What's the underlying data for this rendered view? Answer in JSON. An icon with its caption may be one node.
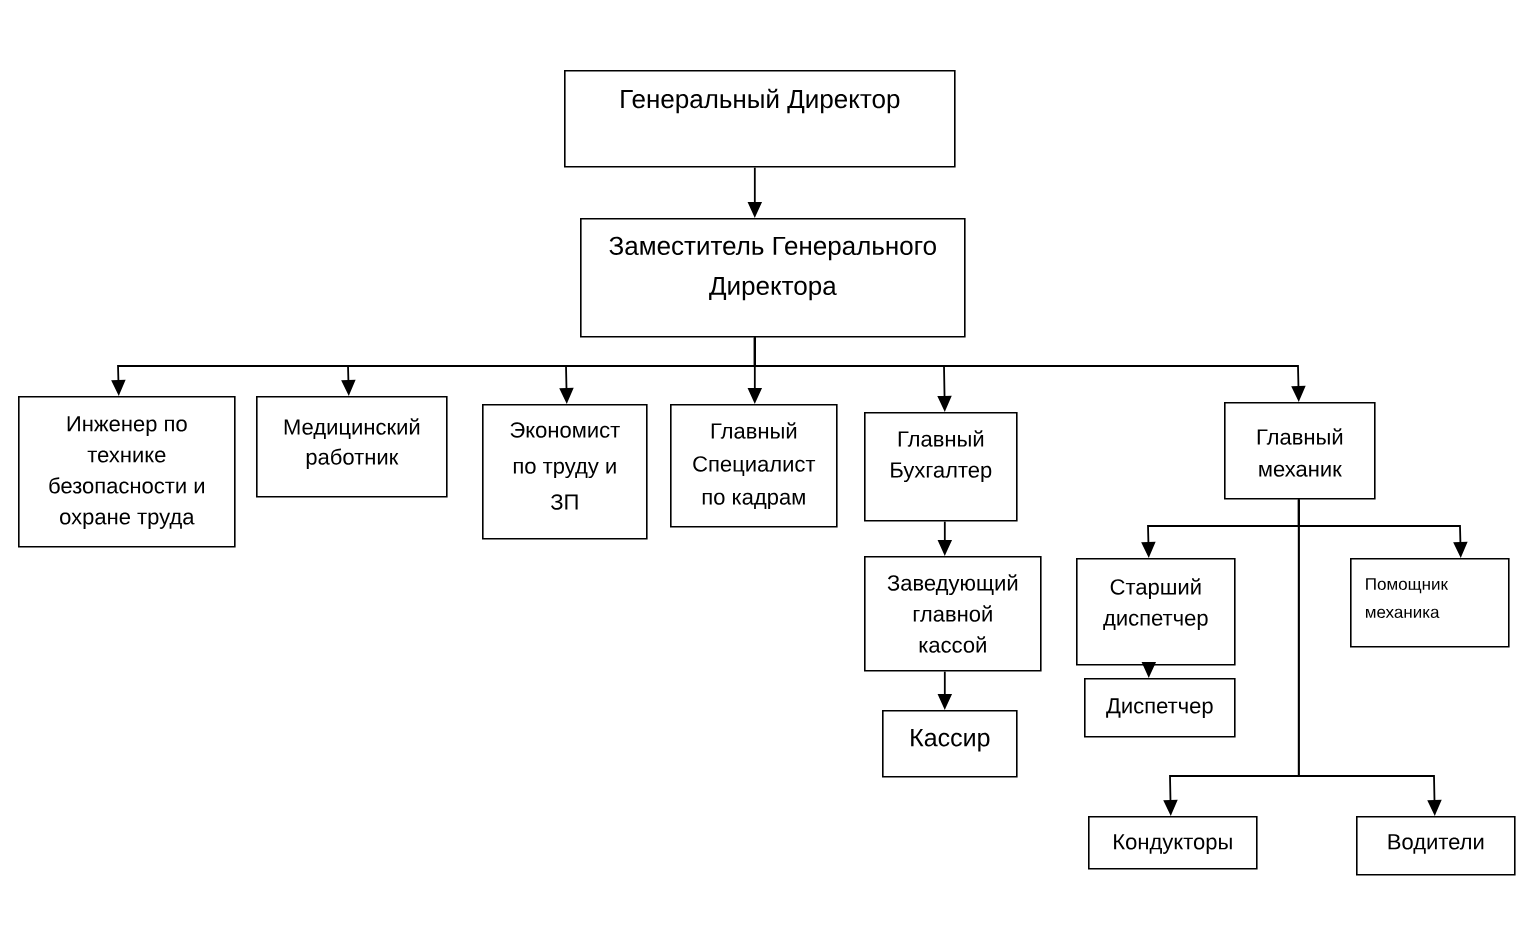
{
  "diagram": {
    "nodes": [
      {
        "text": [
          "Генеральный Директор"
        ]
      },
      {
        "text": [
          "Заместитель Генерального Директора"
        ]
      },
      {
        "text": [
          "Инженер по технике безопасности и охране труда"
        ]
      },
      {
        "text": [
          "Медицинский работник"
        ]
      },
      {
        "text": [
          "Экономист по труду и ЗП"
        ]
      },
      {
        "text": [
          "Главный Специалист по кадрам"
        ]
      },
      {
        "text": [
          "Главный Бухгалтер"
        ]
      },
      {
        "text": [
          "Главный механик"
        ]
      },
      {
        "text": [
          "Заведующий главной кассой"
        ]
      },
      {
        "text": [
          "Старший диспетчер"
        ]
      },
      {
        "text": [
          "Помощник механика"
        ]
      },
      {
        "text": [
          "Диспетчер"
        ]
      },
      {
        "text": [
          "Кассир"
        ]
      },
      {
        "text": [
          "Кондукторы"
        ]
      },
      {
        "text": [
          "Водители"
        ]
      }
    ],
    "edges": [
      {
        "from": 0,
        "to": 1,
        "arrow": "to"
      },
      {
        "from": 1,
        "to": 2,
        "arrow": "to"
      },
      {
        "from": 1,
        "to": 3,
        "arrow": "to"
      },
      {
        "from": 1,
        "to": 4,
        "arrow": "to"
      },
      {
        "from": 1,
        "to": 5,
        "arrow": "to"
      },
      {
        "from": 1,
        "to": 6,
        "arrow": "to"
      },
      {
        "from": 1,
        "to": 7,
        "arrow": "to"
      },
      {
        "from": 6,
        "to": 8,
        "arrow": "to"
      },
      {
        "from": 8,
        "to": 12,
        "arrow": "to"
      },
      {
        "from": 7,
        "to": 9,
        "arrow": "to"
      },
      {
        "from": 7,
        "to": 10,
        "arrow": "to"
      },
      {
        "from": 9,
        "to": 11,
        "arrow": "to"
      },
      {
        "from": 7,
        "to": 13,
        "arrow": "to"
      },
      {
        "from": 7,
        "to": 14,
        "arrow": "to"
      }
    ]
  }
}
